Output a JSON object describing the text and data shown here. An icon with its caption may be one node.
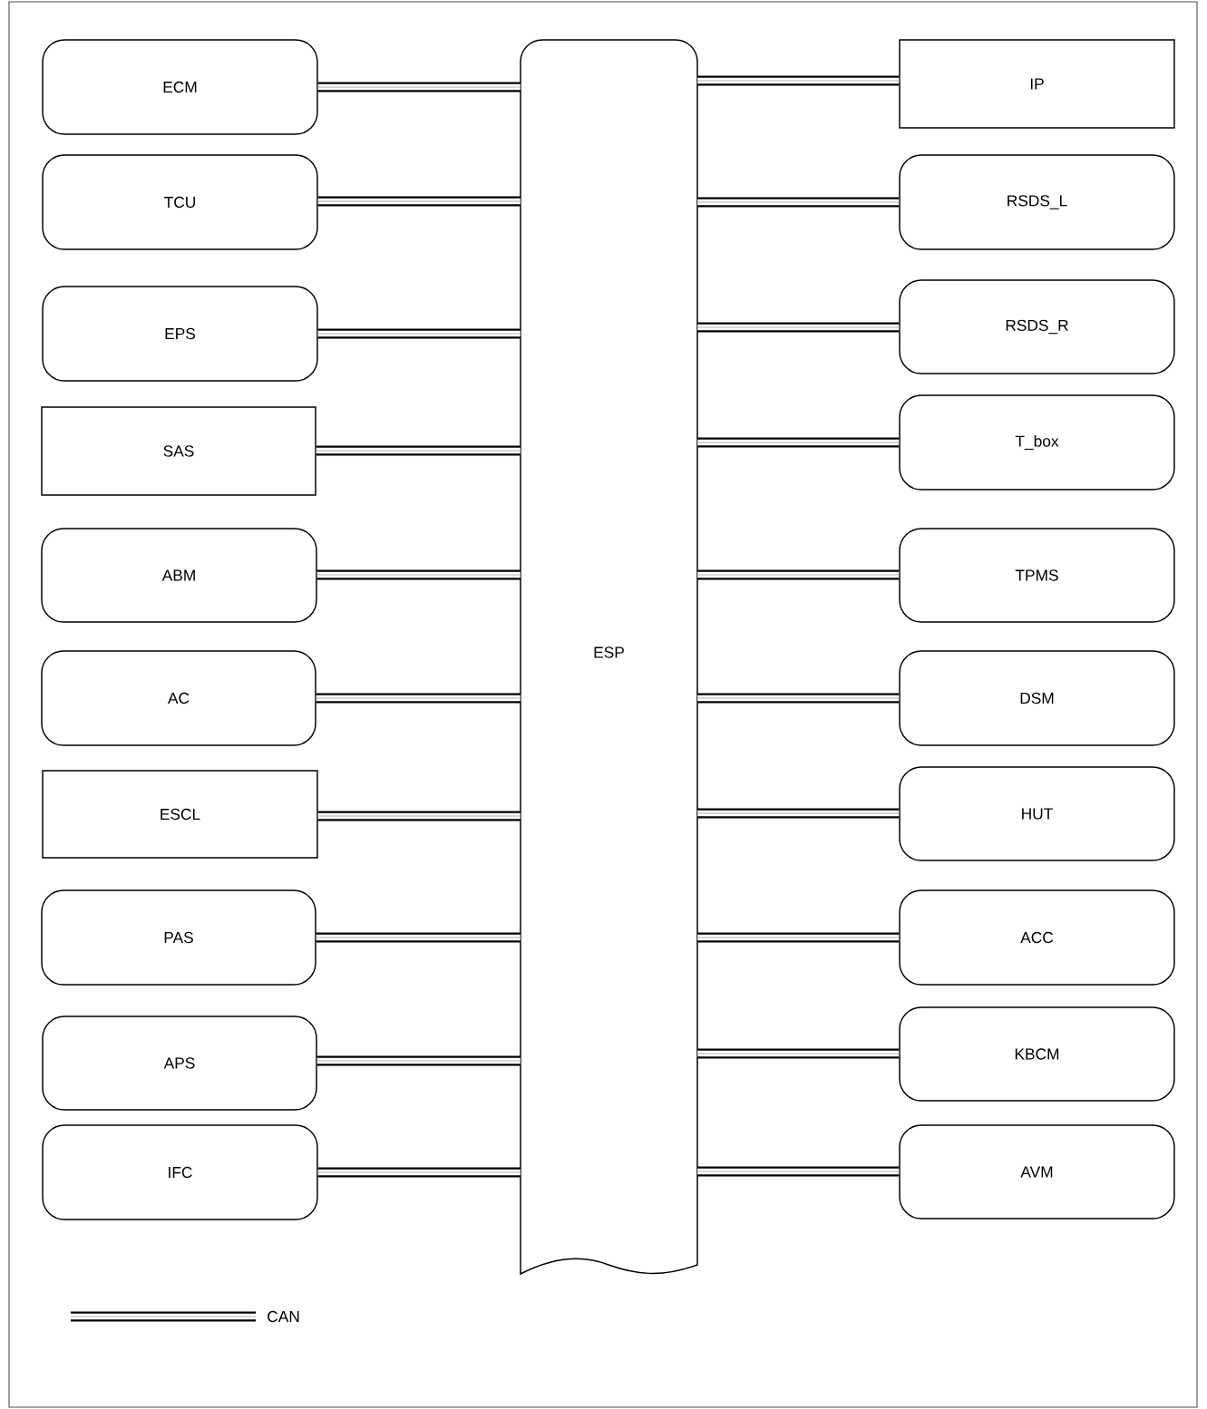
{
  "diagram": {
    "nodes": [
      {
        "text": [
          "ECM"
        ]
      },
      {
        "text": [
          "TCU"
        ]
      },
      {
        "text": [
          "EPS"
        ]
      },
      {
        "text": [
          "SAS"
        ]
      },
      {
        "text": [
          "ABM"
        ]
      },
      {
        "text": [
          "AC"
        ]
      },
      {
        "text": [
          "ESCL"
        ]
      },
      {
        "text": [
          "PAS"
        ]
      },
      {
        "text": [
          "APS"
        ]
      },
      {
        "text": [
          "IFC"
        ]
      },
      {
        "text": [
          "ESP"
        ]
      },
      {
        "text": [
          "IP"
        ]
      },
      {
        "text": [
          "RSDS_L"
        ]
      },
      {
        "text": [
          "RSDS_R"
        ]
      },
      {
        "text": [
          "T_box"
        ]
      },
      {
        "text": [
          "TPMS"
        ]
      },
      {
        "text": [
          "DSM"
        ]
      },
      {
        "text": [
          "HUT"
        ]
      },
      {
        "text": [
          "ACC"
        ]
      },
      {
        "text": [
          "KBCM"
        ]
      },
      {
        "text": [
          "AVM"
        ]
      }
    ],
    "edges": [
      {
        "from": 0,
        "to": 10,
        "arrow": "none"
      },
      {
        "from": 1,
        "to": 10,
        "arrow": "none"
      },
      {
        "from": 2,
        "to": 10,
        "arrow": "none"
      },
      {
        "from": 3,
        "to": 10,
        "arrow": "none"
      },
      {
        "from": 4,
        "to": 10,
        "arrow": "none"
      },
      {
        "from": 5,
        "to": 10,
        "arrow": "none"
      },
      {
        "from": 6,
        "to": 10,
        "arrow": "none"
      },
      {
        "from": 7,
        "to": 10,
        "arrow": "none"
      },
      {
        "from": 8,
        "to": 10,
        "arrow": "none"
      },
      {
        "from": 9,
        "to": 10,
        "arrow": "none"
      },
      {
        "from": 10,
        "to": 11,
        "arrow": "none"
      },
      {
        "from": 10,
        "to": 12,
        "arrow": "none"
      },
      {
        "from": 10,
        "to": 13,
        "arrow": "none"
      },
      {
        "from": 10,
        "to": 14,
        "arrow": "none"
      },
      {
        "from": 10,
        "to": 15,
        "arrow": "none"
      },
      {
        "from": 10,
        "to": 16,
        "arrow": "none"
      },
      {
        "from": 10,
        "to": 17,
        "arrow": "none"
      },
      {
        "from": 10,
        "to": 18,
        "arrow": "none"
      },
      {
        "from": 10,
        "to": 19,
        "arrow": "none"
      },
      {
        "from": 10,
        "to": 20,
        "arrow": "none"
      }
    ],
    "legend": [
      {
        "text": "CAN"
      }
    ]
  }
}
